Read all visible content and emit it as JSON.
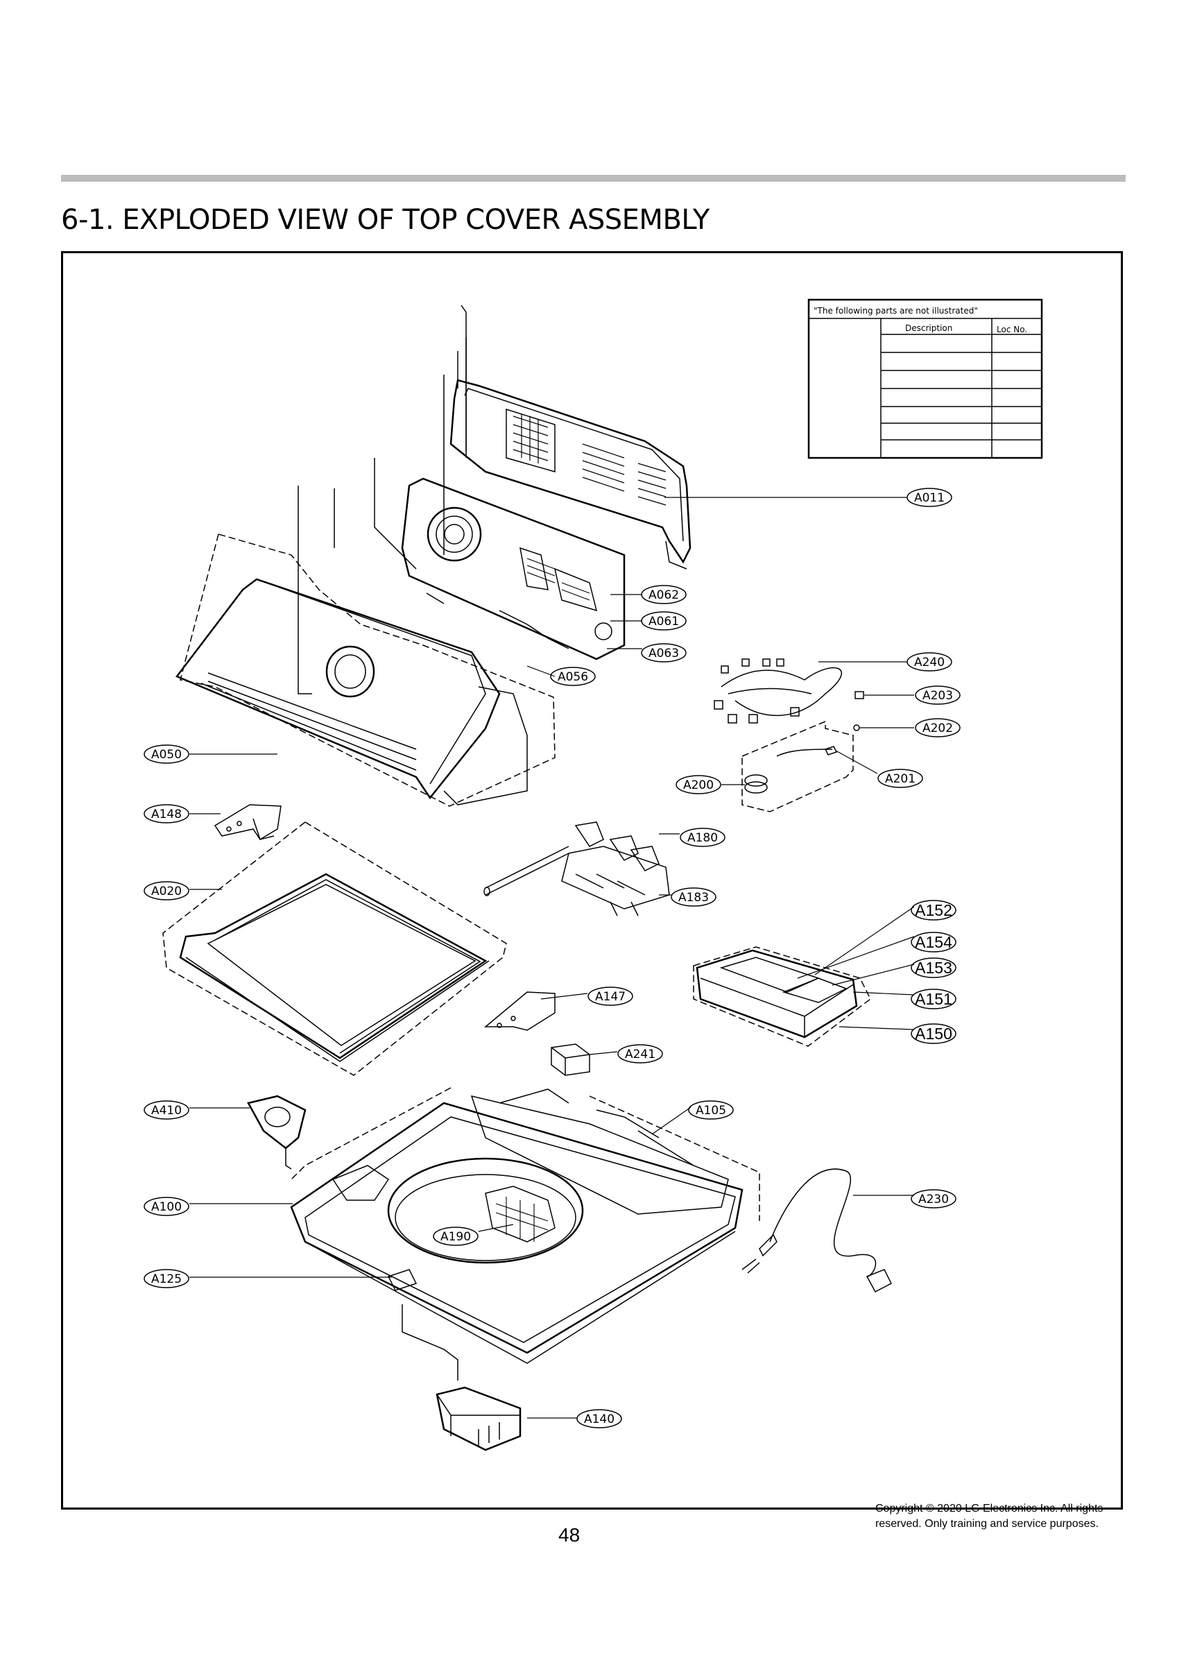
{
  "page": {
    "title": "6-1. EXPLODED VIEW OF TOP COVER ASSEMBLY",
    "page_number": "48",
    "copyright_line1": "Copyright © 2020 LG Electronics Inc. All rights",
    "copyright_line2": "reserved. Only training and service purposes."
  },
  "not_illustrated_table": {
    "caption": "\"The following parts are not illustrated\"",
    "col_description": "Description",
    "col_loc": "Loc No."
  },
  "callouts": {
    "A011": "A011",
    "A062": "A062",
    "A061": "A061",
    "A063": "A063",
    "A056": "A056",
    "A240": "A240",
    "A203": "A203",
    "A202": "A202",
    "A201": "A201",
    "A200": "A200",
    "A050": "A050",
    "A148": "A148",
    "A180": "A180",
    "A183": "A183",
    "A020": "A020",
    "A152": "A152",
    "A154": "A154",
    "A153": "A153",
    "A151": "A151",
    "A150": "A150",
    "A147": "A147",
    "A241": "A241",
    "A410": "A410",
    "A105": "A105",
    "A100": "A100",
    "A230": "A230",
    "A190": "A190",
    "A125": "A125",
    "A140": "A140"
  }
}
